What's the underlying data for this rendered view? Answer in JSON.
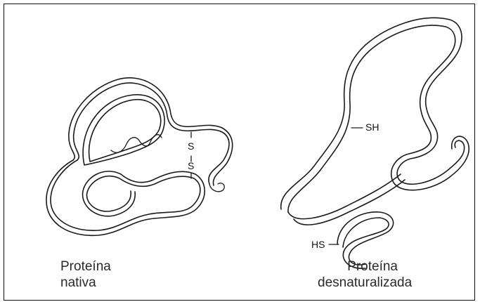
{
  "native": {
    "label_line1": "Proteína",
    "label_line2": "nativa",
    "bond_s1": "S",
    "bond_s2": "S"
  },
  "denatured": {
    "label_line1": "Proteína",
    "label_line2": "desnaturalizada",
    "sh_label": "SH",
    "hs_label": "HS"
  },
  "colors": {
    "line": "#1a1a1a",
    "background": "#ffffff",
    "text": "#2a2a2a"
  }
}
